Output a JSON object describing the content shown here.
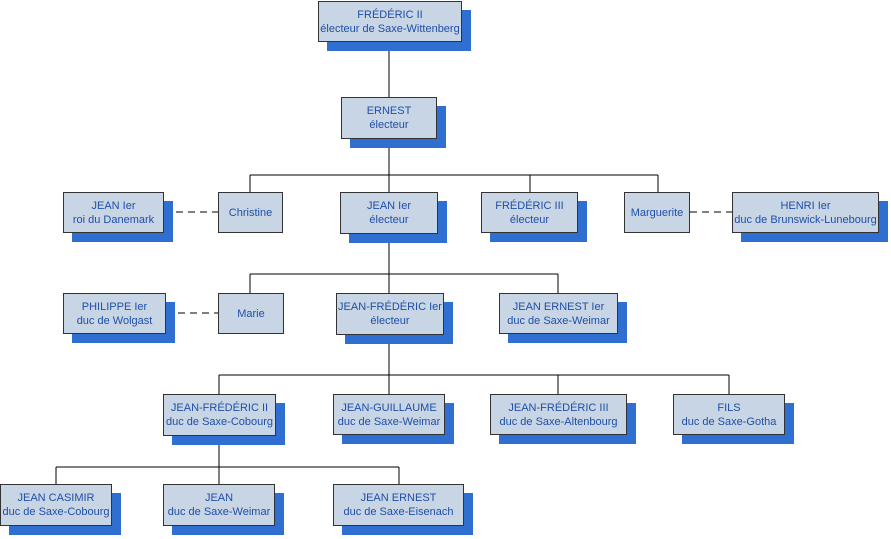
{
  "colors": {
    "box_fill": "#c8d5e5",
    "box_border": "#333333",
    "shadow": "#2f6fd1",
    "text": "#1f4fa6",
    "line": "#000000"
  },
  "nodes": {
    "frederic2": {
      "line1": "FRÉDÉRIC II",
      "line2": "électeur de Saxe-Wittenberg"
    },
    "ernest": {
      "line1": "ERNEST",
      "line2": "électeur"
    },
    "jean1_danemark": {
      "line1": "JEAN Ier",
      "line2": "roi du Danemark"
    },
    "christine": {
      "line1": "Christine"
    },
    "jean1_electeur": {
      "line1": "JEAN Ier",
      "line2": "électeur"
    },
    "frederic3": {
      "line1": "FRÉDÉRIC III",
      "line2": "électeur"
    },
    "marguerite": {
      "line1": "Marguerite"
    },
    "henri1": {
      "line1": "HENRI Ier",
      "line2": "duc de Brunswick-Lunebourg"
    },
    "philippe1": {
      "line1": "PHILIPPE Ier",
      "line2": "duc de Wolgast"
    },
    "marie": {
      "line1": "Marie"
    },
    "jean_frederic1": {
      "line1": "JEAN-FRÉDÉRIC Ier",
      "line2": "électeur"
    },
    "jean_ernest1": {
      "line1": "JEAN ERNEST Ier",
      "line2": "duc de Saxe-Weimar"
    },
    "jean_frederic2": {
      "line1": "JEAN-FRÉDÉRIC II",
      "line2": "duc de Saxe-Cobourg"
    },
    "jean_guillaume": {
      "line1": "JEAN-GUILLAUME",
      "line2": "duc de Saxe-Weimar"
    },
    "jean_frederic3": {
      "line1": "JEAN-FRÉDÉRIC III",
      "line2": "duc de Saxe-Altenbourg"
    },
    "fils": {
      "line1": "FILS",
      "line2": "duc de Saxe-Gotha"
    },
    "jean_casimir": {
      "line1": "JEAN CASIMIR",
      "line2": "duc de Saxe-Cobourg"
    },
    "jean_weimar": {
      "line1": "JEAN",
      "line2": "duc de Saxe-Weimar"
    },
    "jean_ernest_eisenach": {
      "line1": "JEAN ERNEST",
      "line2": "duc de Saxe-Eisenach"
    }
  }
}
